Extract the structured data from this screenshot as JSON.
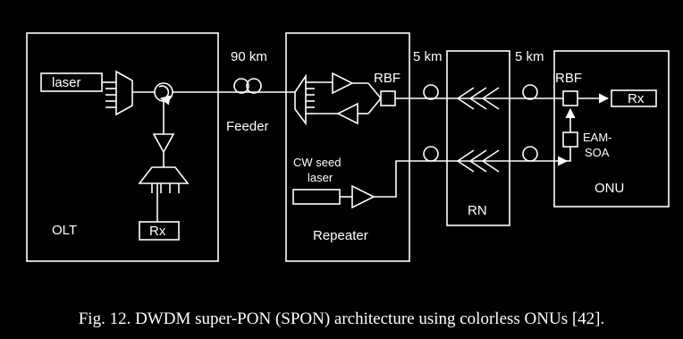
{
  "diagram": {
    "labels": {
      "laser": "laser",
      "olt": "OLT",
      "olt_rx": "Rx",
      "feeder_distance": "90 km",
      "feeder": "Feeder",
      "repeater_rbf": "RBF",
      "cw_seed_line1": "CW seed",
      "cw_seed_line2": "laser",
      "repeater": "Repeater",
      "rn_distance": "5 km",
      "drop_distance": "5 km",
      "rn": "RN",
      "onu_rbf": "RBF",
      "onu_rx": "Rx",
      "eam_line1": "EAM-",
      "eam_line2": "SOA",
      "onu": "ONU"
    },
    "caption": "Fig. 12. DWDM super-PON (SPON) architecture using colorless ONUs [42]."
  },
  "colors": {
    "background": "#000000",
    "foreground": "#ffffff"
  }
}
